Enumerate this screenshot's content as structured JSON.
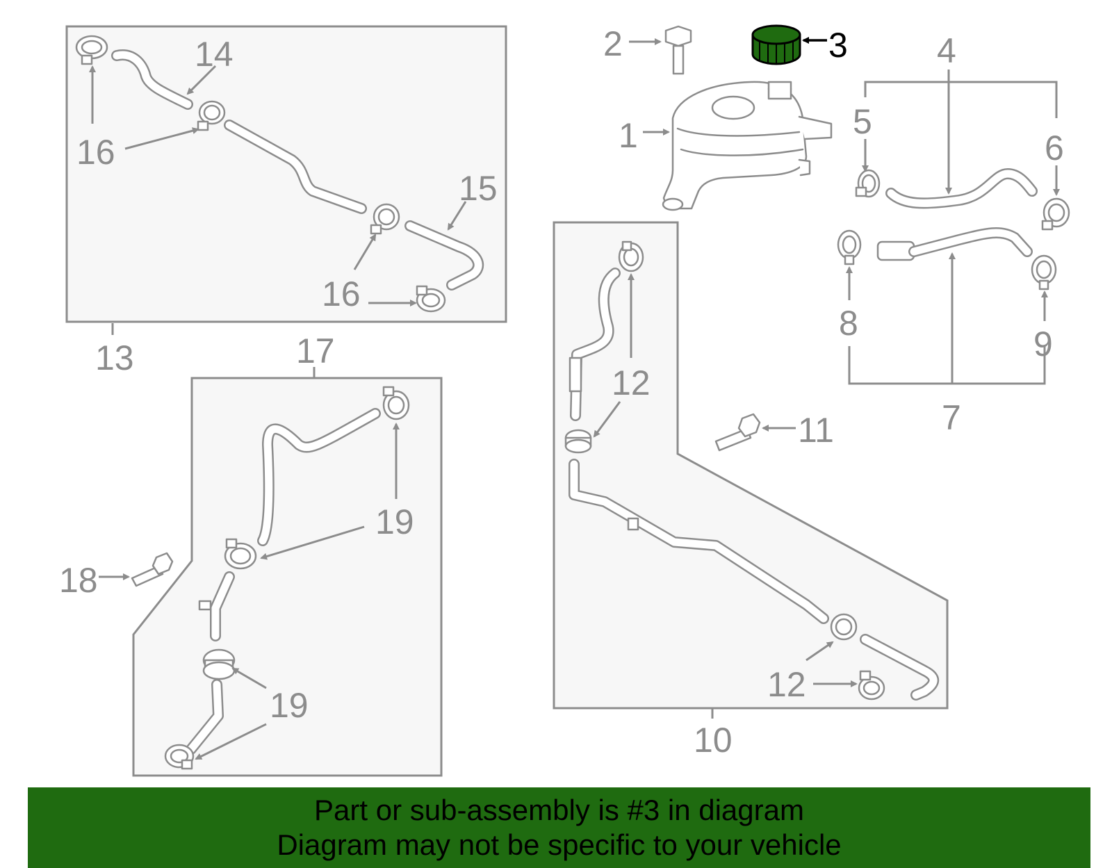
{
  "banner": {
    "background": "#1f6b10",
    "line1": "Part or sub-assembly is #3 in diagram",
    "line2": "Diagram may not be specific to your vehicle"
  },
  "highlight": {
    "part_number": "3",
    "color": "#1f6b10"
  },
  "callouts": {
    "c1": "1",
    "c2": "2",
    "c3": "3",
    "c4": "4",
    "c5": "5",
    "c6": "6",
    "c7": "7",
    "c8": "8",
    "c9": "9",
    "c10": "10",
    "c11": "11",
    "c12a": "12",
    "c12b": "12",
    "c12c": "12",
    "c13": "13",
    "c14": "14",
    "c15": "15",
    "c16a": "16",
    "c16b": "16",
    "c16c": "16",
    "c17": "17",
    "c18": "18",
    "c19a": "19",
    "c19b": "19",
    "c19c": "19"
  }
}
